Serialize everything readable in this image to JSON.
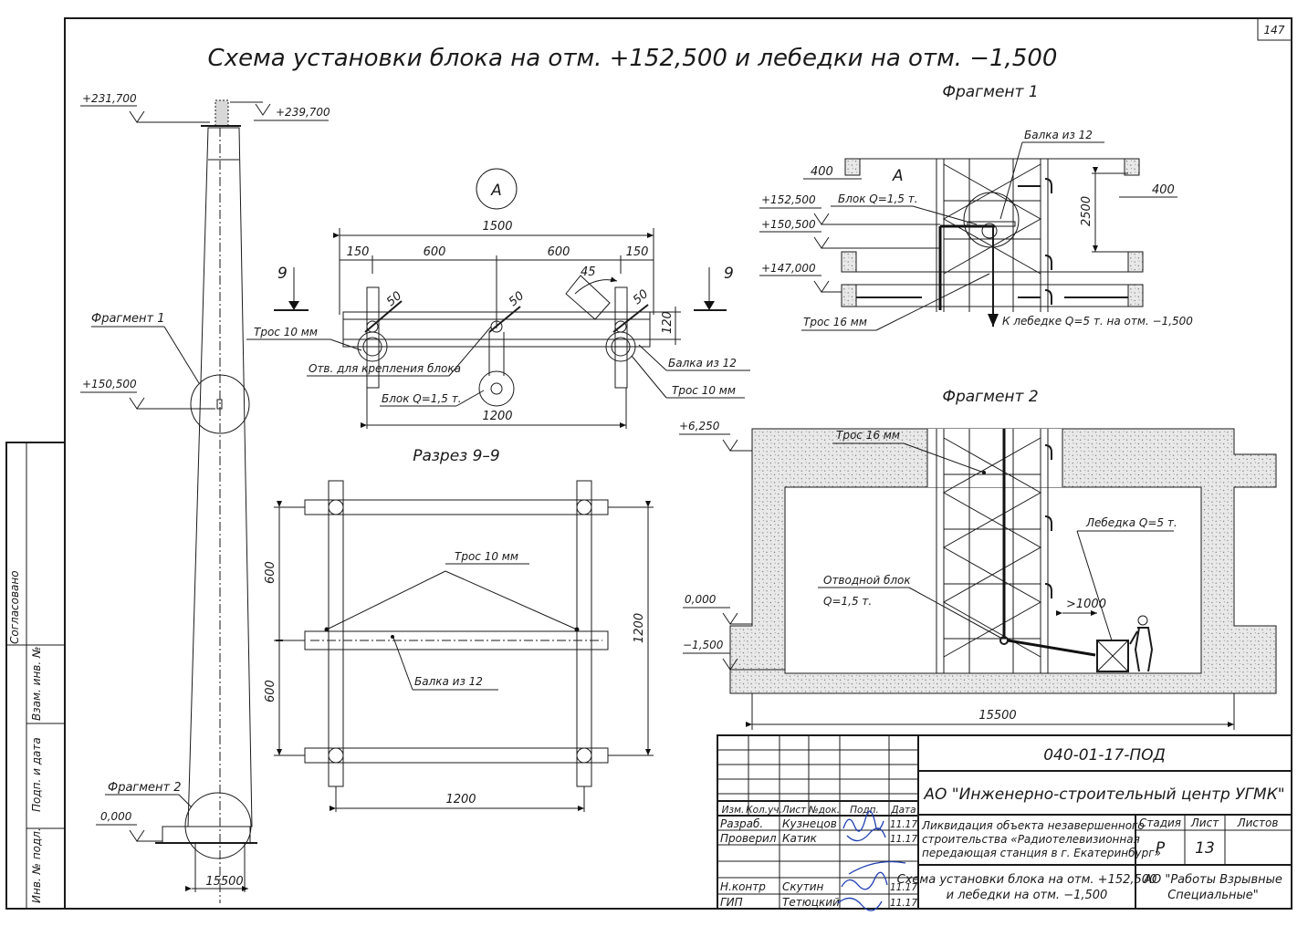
{
  "sheet_number": "147",
  "title": "Схема установки блока на отм. +152,500 и лебедки на отм. −1,500",
  "chimney": {
    "elev_top_left": "+231,700",
    "elev_top_right": "+239,700",
    "fragment1_label": "Фрагмент 1",
    "elev_block": "+150,500",
    "fragment2_label": "Фрагмент 2",
    "elev_ground": "0,000",
    "base_width": "15500"
  },
  "detail_a": {
    "marker": "А",
    "dim_total": "1500",
    "dim_1": "150",
    "dim_2": "600",
    "dim_3": "600",
    "dim_4": "150",
    "dim_45": "45",
    "dim_50a": "50",
    "dim_50b": "50",
    "dim_50c": "50",
    "dim_120": "120",
    "dim_1200": "1200",
    "section_mark_l": "9",
    "section_mark_r": "9",
    "rope_left": "Трос   10 мм",
    "hole_label": "Отв. для крепления блока",
    "block_label": "Блок Q=1,5 т.",
    "beam_label": "Балка из    12",
    "rope_right": "Трос   10 мм"
  },
  "section_9_9": {
    "title": "Разрез 9–9",
    "rope": "Трос   10 мм",
    "beam": "Балка из    12",
    "dim_600a": "600",
    "dim_600b": "600",
    "dim_1200_v": "1200",
    "dim_1200_h": "1200"
  },
  "fragment1": {
    "title": "Фрагмент 1",
    "beam": "Балка из    12",
    "dim_400_left": "400",
    "marker_a": "А",
    "block": "Блок Q=1,5 т.",
    "elev_1": "+152,500",
    "elev_2": "+150,500",
    "elev_3": "+147,000",
    "dim_2500": "2500",
    "dim_400_right": "400",
    "rope": "Трос   16 мм",
    "to_winch": "К лебедке Q=5 т. на отм. −1,500"
  },
  "fragment2": {
    "title": "Фрагмент 2",
    "elev_top": "+6,250",
    "rope": "Трос   16 мм",
    "winch": "Лебедка Q=5 т.",
    "guide_block_1": "Отводной блок",
    "guide_block_2": "Q=1,5 т.",
    "dim_1000": ">1000",
    "elev_0": "0,000",
    "elev_minus": "−1,500",
    "dim_15500": "15500"
  },
  "side_stamp": {
    "agreed": "Согласовано",
    "inv_replace": "Взам. инв. №",
    "sign_date": "Подп. и дата",
    "inv_orig": "Инв. № подл."
  },
  "title_block": {
    "doc_code": "040-01-17-ПОД",
    "company": "АО \"Инженерно-строительный центр УГМК\"",
    "headers": [
      "Изм.",
      "Кол.уч.",
      "Лист",
      "№док.",
      "Подп.",
      "Дата"
    ],
    "rows": [
      {
        "role": "Разраб.",
        "name": "Кузнецов",
        "date": "11.17"
      },
      {
        "role": "Проверил",
        "name": "Катик",
        "date": "11.17"
      },
      {
        "role": "Н.контр",
        "name": "Скутин",
        "date": "11.17"
      },
      {
        "role": "ГИП",
        "name": "Тетюцкий",
        "date": "11.17"
      }
    ],
    "project_1": "Ликвидация объекта незавершенного",
    "project_2": "строительства «Радиотелевизионная",
    "project_3": "передающая станция в г. Екатеринбург»",
    "stage_h": "Стадия",
    "sheet_h": "Лист",
    "sheets_h": "Листов",
    "stage": "Р",
    "sheet": "13",
    "sheets": "",
    "drawing_1": "Схема установки блока на отм. +152,500",
    "drawing_2": "и лебедки на отм. −1,500",
    "org_1": "АО \"Работы Взрывные",
    "org_2": "Специальные\""
  }
}
